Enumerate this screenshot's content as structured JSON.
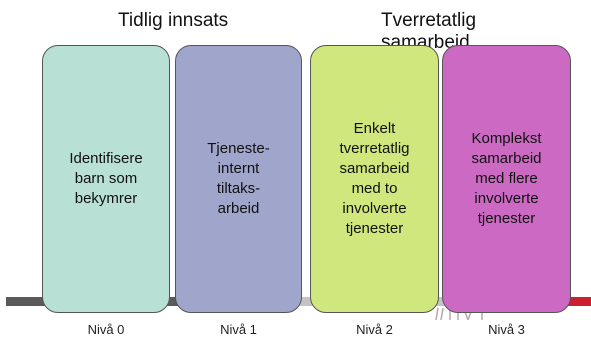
{
  "headings": {
    "left": "Tidlig innsats",
    "right": "Tverretatlig samarbeid"
  },
  "cards": [
    {
      "text": "Identifisere\nbarn som\nbekymrer",
      "color": "#b9e0d4"
    },
    {
      "text": "Tjeneste-\ninternt\ntiltaks-\narbeid",
      "color": "#a0a6cb"
    },
    {
      "text": "Enkelt\ntverretatlig\nsamarbeid\nmed to\ninvolverte\ntjenester",
      "color": "#cfe77d"
    },
    {
      "text": "Komplekst\nsamarbeid\nmed flere\ninvolverte\ntjenester",
      "color": "#cc6ac3"
    }
  ],
  "levels": [
    "Nivå 0",
    "Nivå 1",
    "Nivå 2",
    "Nivå 3"
  ],
  "axis_colors": [
    "#5a5a5a",
    "#bdbdbd",
    "#cc1f2f"
  ]
}
